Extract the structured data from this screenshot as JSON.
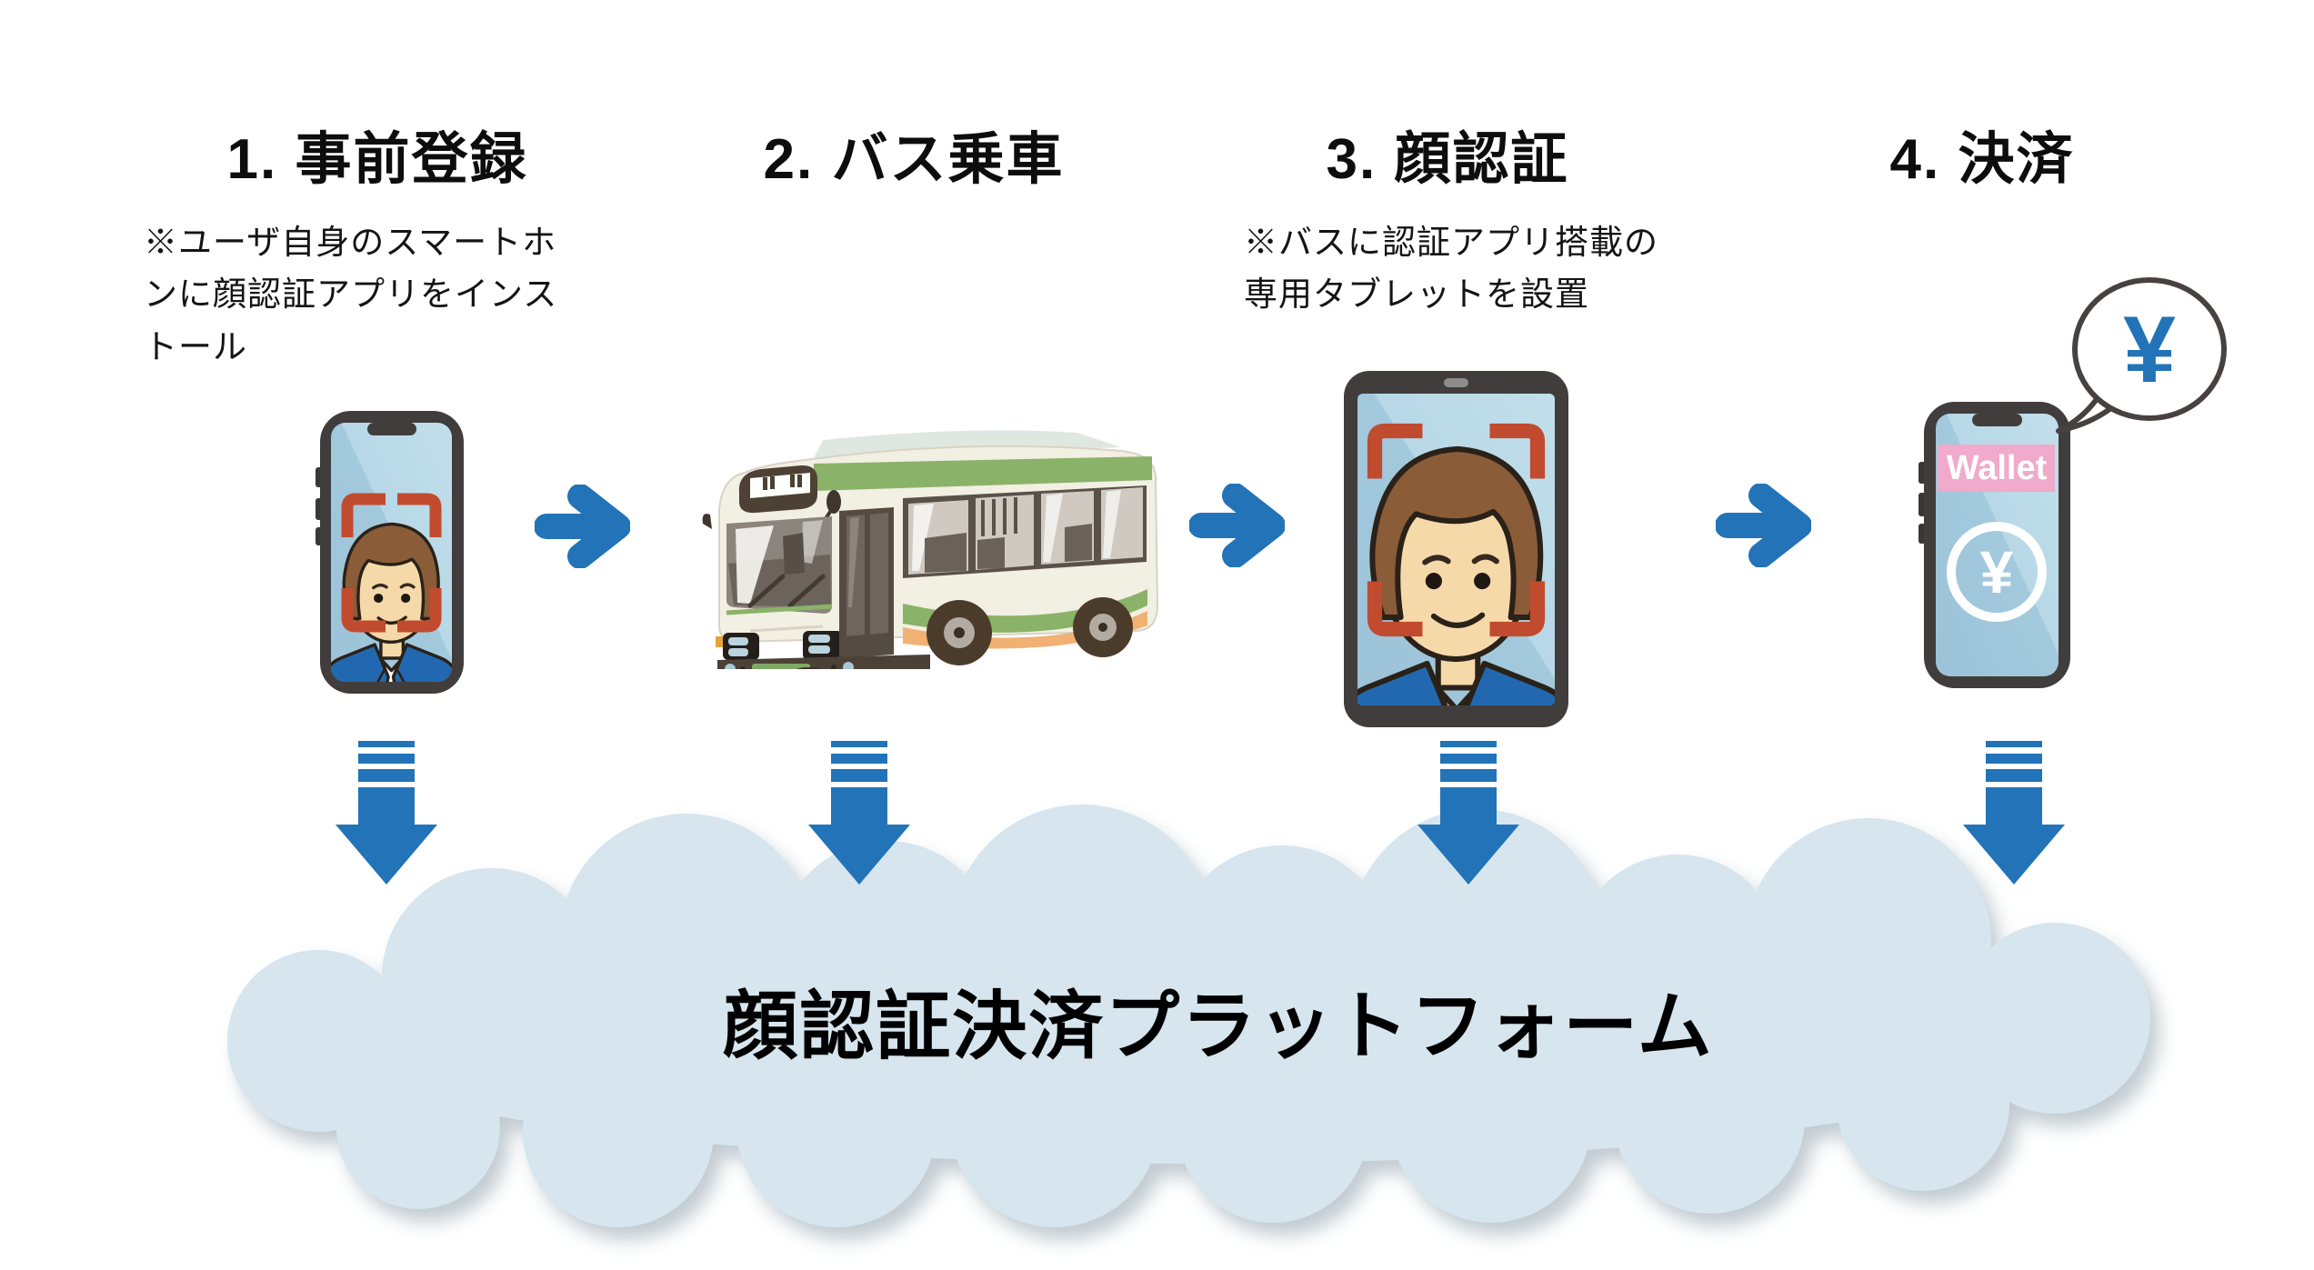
{
  "diagram": {
    "steps": [
      {
        "id": 1,
        "title": "1. 事前登録",
        "note": "※ユーザ自身のスマートホ\nンに顔認証アプリをインス\nトール",
        "illustration": "smartphone-face-registration"
      },
      {
        "id": 2,
        "title": "2. バス乗車",
        "note": "",
        "illustration": "bus"
      },
      {
        "id": 3,
        "title": "3. 顔認証",
        "note": "※バスに認証アプリ搭載の\n専用タブレットを設置",
        "illustration": "tablet-face-authentication"
      },
      {
        "id": 4,
        "title": "4. 決済",
        "note": "",
        "illustration": "wallet-smartphone"
      }
    ],
    "wallet": {
      "app_label": "Wallet",
      "coin_symbol": "¥"
    },
    "payment_bubble": {
      "symbol": "¥"
    },
    "platform": {
      "label": "顔認証決済プラットフォーム"
    },
    "colors": {
      "arrow_blue": "#2273b7",
      "cloud_blue": "#d6e5ee",
      "bracket_red": "#c14b2e",
      "screen_blue_bottom": "#9cc2d8",
      "screen_blue_top": "#bcdbe9",
      "jacket_blue": "#2268b0",
      "wallet_pink": "#f0aacb",
      "bus_green": "#8ab269",
      "bus_orange": "#f0b173",
      "device_gray": "#413d3d",
      "bubble_outline": "#474241"
    }
  }
}
